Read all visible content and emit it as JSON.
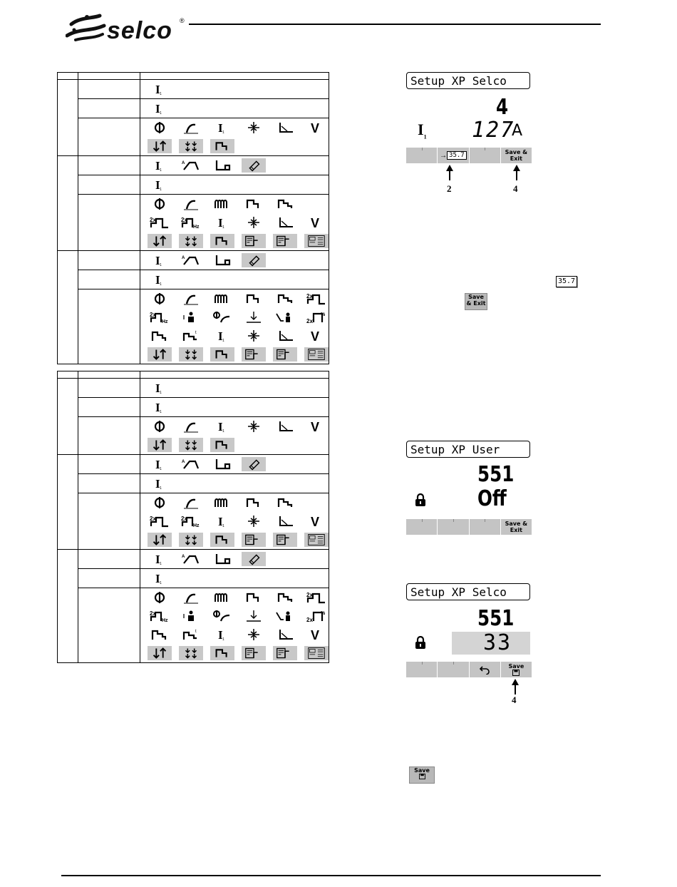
{
  "brand": {
    "name": "selco",
    "registered_mark": "®"
  },
  "symbols": {
    "current": "I",
    "volt": "V",
    "two_x": "2x",
    "hz": "Hz",
    "percent": "%"
  },
  "tables": [
    {
      "groups": [
        {
          "rows": [
            [
              "I1"
            ],
            [
              "I1"
            ],
            [
              "diameter",
              "torch",
              "I1",
              "arc",
              "slope",
              "V",
              "|gray:updown",
              "gray:updown2",
              "gray:step"
            ]
          ]
        },
        {
          "rows": [
            [
              "I1",
              "ramp",
              "pulse",
              "gray:edit"
            ],
            [
              "I1"
            ],
            [
              "diameter",
              "torch",
              "coil",
              "step",
              "step2",
              "|2xpulse",
              "2xhz",
              "I1",
              "arc",
              "slope",
              "V",
              "|gray:updown",
              "gray:updown2",
              "gray:step",
              "gray:syn1",
              "gray:syn2",
              "gray:menu"
            ]
          ]
        },
        {
          "rows": [
            [
              "I1",
              "ramp",
              "pulse",
              "gray:edit"
            ],
            [
              "I1"
            ],
            [
              "diameter",
              "torch",
              "coil",
              "step",
              "step2",
              "2xpulse",
              "|2xhz",
              "person",
              "curve",
              "weld",
              "person2",
              "2xpercent",
              "|step3",
              "step4",
              "I1",
              "arc",
              "slope",
              "V",
              "|gray:updown",
              "gray:updown2",
              "gray:step",
              "gray:syn1",
              "gray:syn2",
              "gray:menu"
            ]
          ]
        }
      ]
    },
    {
      "groups": [
        {
          "rows": [
            [
              "I1"
            ],
            [
              "I1"
            ],
            [
              "diameter",
              "torch",
              "I1",
              "arc",
              "slope",
              "V",
              "|gray:updown",
              "gray:updown2",
              "gray:step"
            ]
          ]
        },
        {
          "rows": [
            [
              "I1",
              "ramp",
              "pulse",
              "gray:edit"
            ],
            [
              "I1"
            ],
            [
              "diameter",
              "torch",
              "coil",
              "step",
              "step2",
              "|2xpulse",
              "2xhz",
              "I1",
              "arc",
              "slope",
              "V",
              "|gray:updown",
              "gray:updown2",
              "gray:step",
              "gray:syn1",
              "gray:syn2",
              "gray:menu"
            ]
          ]
        },
        {
          "rows": [
            [
              "I1",
              "ramp",
              "pulse",
              "gray:edit"
            ],
            [
              "I1"
            ],
            [
              "diameter",
              "torch",
              "coil",
              "step",
              "step2",
              "2xpulse",
              "|2xhz",
              "person",
              "curve",
              "weld",
              "person2",
              "2xpercent",
              "|step3",
              "step4",
              "I1",
              "arc",
              "slope",
              "V",
              "|gray:updown",
              "gray:updown2",
              "gray:step",
              "gray:syn1",
              "gray:syn2",
              "gray:menu"
            ]
          ]
        }
      ]
    }
  ],
  "panels": {
    "selco_1": {
      "title": "Setup XP Selco",
      "param_number": "4",
      "param_symbol": "I",
      "param_subscript": "1",
      "value": "127",
      "unit": "A",
      "softkeys": [
        "",
        "35.7",
        "",
        "Save & Exit"
      ],
      "softkey_arrow": "→",
      "callouts": [
        "2",
        "4"
      ]
    },
    "user": {
      "title": "Setup XP User",
      "param_number": "551",
      "value": "Off",
      "lock_icon": "lock-icon",
      "softkeys": [
        "",
        "",
        "",
        "Save & Exit"
      ]
    },
    "selco_2": {
      "title": "Setup XP Selco",
      "param_number": "551",
      "value": "33",
      "lock_icon": "lock-icon",
      "softkeys": [
        "",
        "",
        "undo",
        "Save"
      ],
      "callouts": [
        "4"
      ]
    }
  },
  "inline_keys": {
    "display_value": "35.7",
    "save_exit": "Save & Exit",
    "save": "Save"
  }
}
